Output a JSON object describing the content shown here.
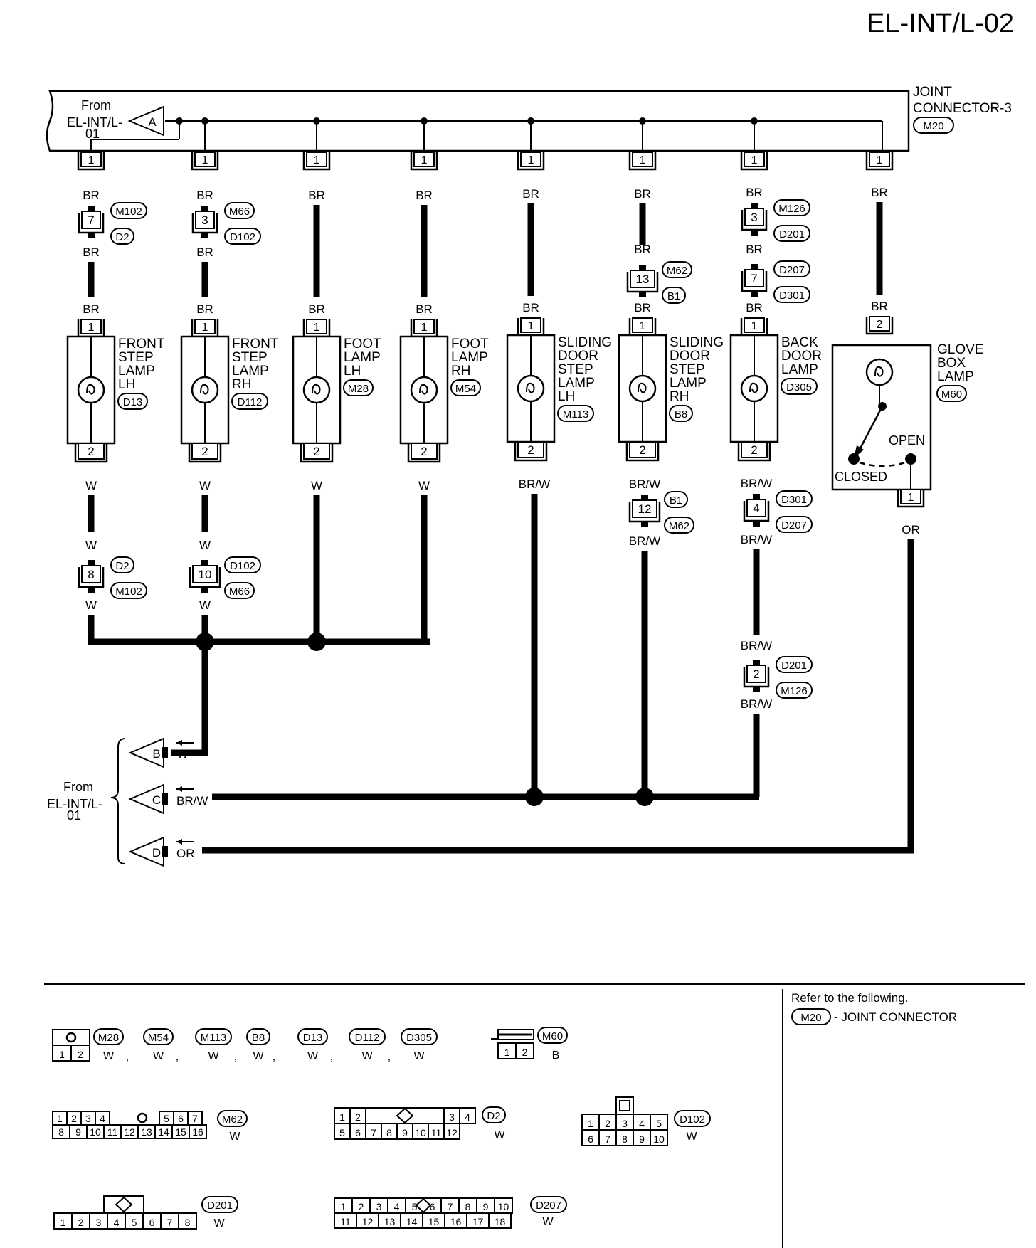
{
  "page_id": "EL-INT/L-02",
  "joint_connector": {
    "label_line1": "JOINT",
    "label_line2": "CONNECTOR-3",
    "connector": "M20"
  },
  "from_top": {
    "line1": "From",
    "line2": "EL-INT/L-",
    "line3": "01",
    "arrow": "A"
  },
  "from_bottom": {
    "line1": "From",
    "line2": "EL-INT/L-",
    "line3": "01"
  },
  "wires": {
    "br": "BR",
    "w": "W",
    "brw": "BR/W",
    "or": "OR"
  },
  "joint_pins": [
    "1",
    "1",
    "1",
    "1",
    "1",
    "1",
    "1",
    "1"
  ],
  "inline_connectors": [
    {
      "pin": "7",
      "codes": [
        "M102",
        "D2"
      ]
    },
    {
      "pin": "3",
      "codes": [
        "M66",
        "D102"
      ]
    },
    {
      "pin": "13",
      "codes": [
        "M62",
        "B1"
      ]
    },
    {
      "pin": "3",
      "codes": [
        "M126",
        "D201"
      ]
    },
    {
      "pin": "7",
      "codes": [
        "D207",
        "D301"
      ]
    },
    {
      "pin": "12",
      "codes": [
        "B1",
        "M62"
      ]
    },
    {
      "pin": "4",
      "codes": [
        "D301",
        "D207"
      ]
    },
    {
      "pin": "8",
      "codes": [
        "D2",
        "M102"
      ]
    },
    {
      "pin": "10",
      "codes": [
        "D102",
        "M66"
      ]
    },
    {
      "pin": "2",
      "codes": [
        "D201",
        "M126"
      ]
    }
  ],
  "lamps": [
    {
      "lines": [
        "FRONT",
        "STEP",
        "LAMP",
        "LH"
      ],
      "connector": "D13",
      "pin_top": "1",
      "pin_bottom": "2"
    },
    {
      "lines": [
        "FRONT",
        "STEP",
        "LAMP",
        "RH"
      ],
      "connector": "D112",
      "pin_top": "1",
      "pin_bottom": "2"
    },
    {
      "lines": [
        "FOOT",
        "LAMP",
        "LH"
      ],
      "connector": "M28",
      "pin_top": "1",
      "pin_bottom": "2"
    },
    {
      "lines": [
        "FOOT",
        "LAMP",
        "RH"
      ],
      "connector": "M54",
      "pin_top": "1",
      "pin_bottom": "2"
    },
    {
      "lines": [
        "SLIDING",
        "DOOR",
        "STEP",
        "LAMP",
        "LH"
      ],
      "connector": "M113",
      "pin_top": "1",
      "pin_bottom": "2"
    },
    {
      "lines": [
        "SLIDING",
        "DOOR",
        "STEP",
        "LAMP",
        "RH"
      ],
      "connector": "B8",
      "pin_top": "1",
      "pin_bottom": "2"
    },
    {
      "lines": [
        "BACK",
        "DOOR",
        "LAMP"
      ],
      "connector": "D305",
      "pin_top": "1",
      "pin_bottom": "2"
    }
  ],
  "glove_box": {
    "lines": [
      "GLOVE",
      "BOX",
      "LAMP"
    ],
    "connector": "M60",
    "pin_top": "2",
    "pin_bottom": "1",
    "open": "OPEN",
    "closed": "CLOSED"
  },
  "outputs": [
    {
      "arrow": "B",
      "wire": "W"
    },
    {
      "arrow": "C",
      "wire": "BR/W"
    },
    {
      "arrow": "D",
      "wire": "OR"
    }
  ],
  "reference": {
    "line1": "Refer to the following.",
    "connector": "M20",
    "text": "- JOINT CONNECTOR"
  },
  "connector_views": {
    "two_pin": {
      "pins": [
        "1",
        "2"
      ],
      "codes": [
        "M28",
        "M54",
        "M113",
        "B8",
        "D13",
        "D112",
        "D305"
      ],
      "color": "W",
      "sep": ","
    },
    "m60": {
      "pins": [
        "1",
        "2"
      ],
      "code": "M60",
      "color": "B"
    },
    "m62": {
      "top": [
        "1",
        "2",
        "3",
        "4",
        "",
        "5",
        "6",
        "7"
      ],
      "bottom": [
        "8",
        "9",
        "10",
        "11",
        "12",
        "13",
        "14",
        "15",
        "16"
      ],
      "code": "M62",
      "color": "W"
    },
    "d2": {
      "top": [
        "1",
        "2",
        "",
        "3",
        "4"
      ],
      "bottom": [
        "5",
        "6",
        "7",
        "8",
        "9",
        "10",
        "11",
        "12"
      ],
      "code": "D2",
      "color": "W"
    },
    "d102": {
      "top": [
        "1",
        "2",
        "3",
        "4",
        "5"
      ],
      "bottom": [
        "6",
        "7",
        "8",
        "9",
        "10"
      ],
      "code": "D102",
      "color": "W"
    },
    "d201": {
      "pins": [
        "1",
        "2",
        "3",
        "4",
        "5",
        "6",
        "7",
        "8"
      ],
      "code": "D201",
      "color": "W"
    },
    "d207": {
      "top": [
        "1",
        "2",
        "3",
        "4",
        "5",
        "6",
        "7",
        "8",
        "9",
        "10"
      ],
      "bottom": [
        "11",
        "12",
        "13",
        "14",
        "15",
        "16",
        "17",
        "18"
      ],
      "code": "D207",
      "color": "W"
    }
  }
}
